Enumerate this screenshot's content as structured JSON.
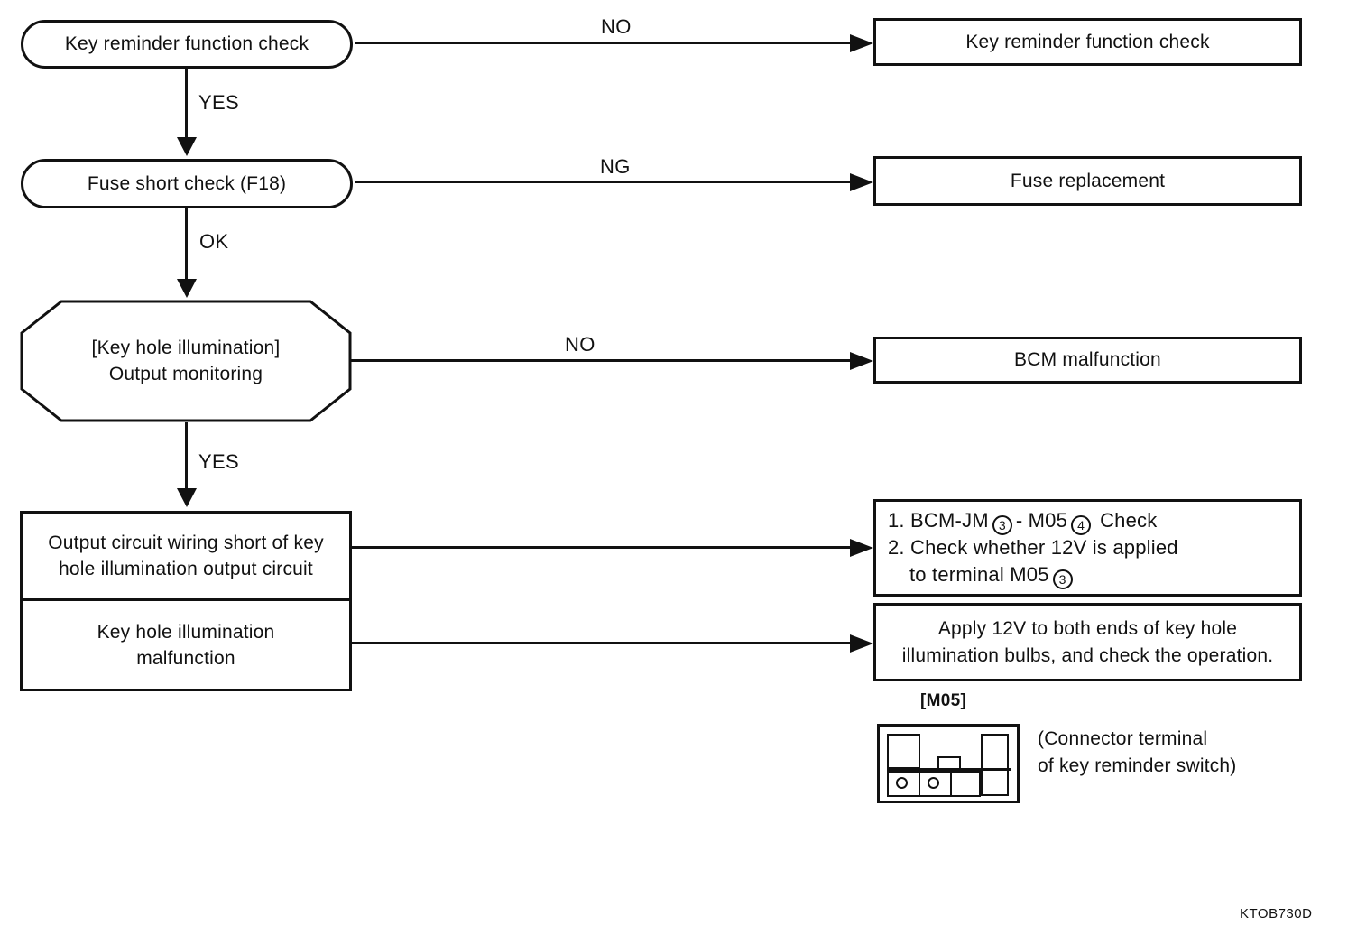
{
  "diagram": {
    "left_nodes": {
      "start": "Key reminder function check",
      "fuse": "Fuse short check (F18)",
      "monitor_line1": "[Key hole illumination]",
      "monitor_line2": "Output monitoring",
      "cause1_line1": "Output circuit wiring short of key",
      "cause1_line2": "hole illumination output circuit",
      "cause2_line1": "Key hole illumination",
      "cause2_line2": "malfunction"
    },
    "branch_labels": {
      "start_no": "NO",
      "start_yes": "YES",
      "fuse_ng": "NG",
      "fuse_ok": "OK",
      "monitor_no": "NO",
      "monitor_yes": "YES"
    },
    "right_nodes": {
      "action1": "Key reminder function check",
      "action2": "Fuse replacement",
      "action3": "BCM malfunction",
      "action4": {
        "l1_pre": "1. BCM-JM",
        "l1_circ1": "3",
        "l1_mid": "- M05",
        "l1_circ2": "4",
        "l1_post": "Check",
        "l2": "2. Check whether 12V is applied",
        "l3_pre": "to terminal M05",
        "l3_circ": "3"
      },
      "action5_line1": "Apply 12V to both ends of key hole",
      "action5_line2": "illumination bulbs, and check the operation."
    },
    "connector": {
      "title": "[M05]",
      "caption_line1": "(Connector terminal",
      "caption_line2": "of key reminder switch)"
    },
    "figure_code": "KTOB730D",
    "colors": {
      "ink": "#111111",
      "background": "#ffffff"
    }
  }
}
